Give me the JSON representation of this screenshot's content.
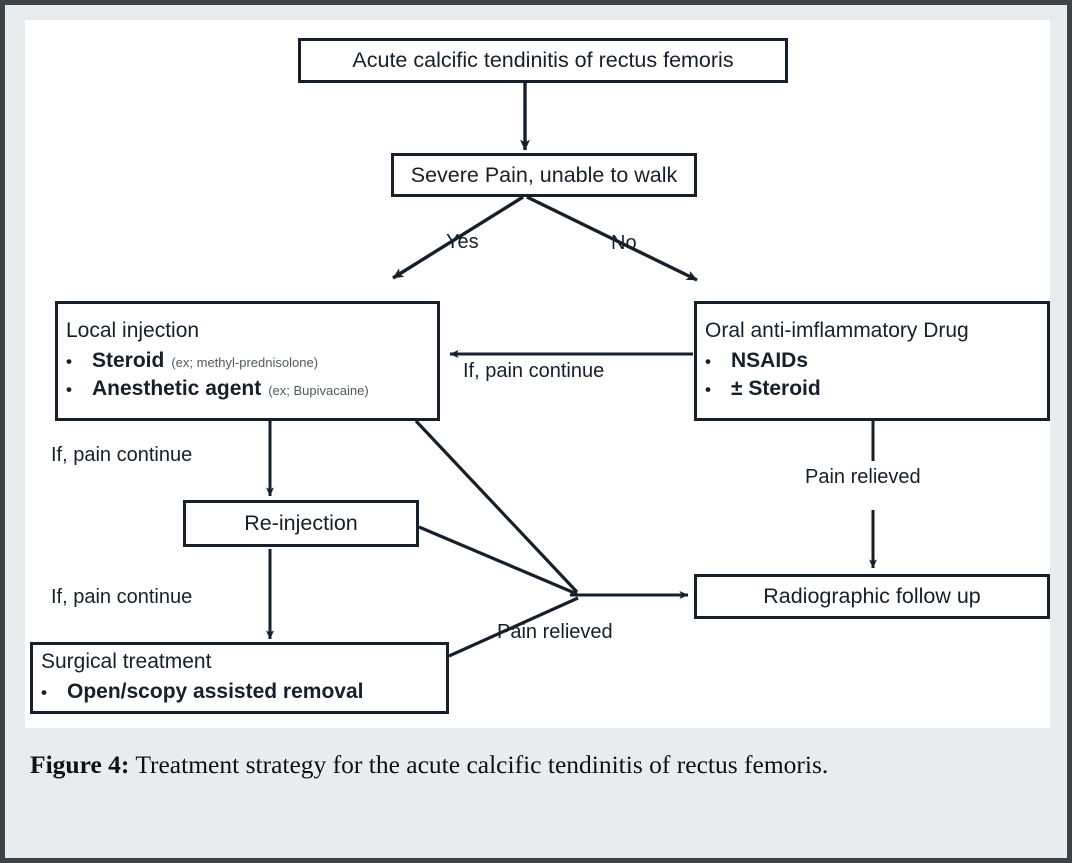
{
  "figure": {
    "caption_label": "Figure 4:",
    "caption_text": "Treatment strategy for the acute calcific tendinitis of rectus femoris."
  },
  "colors": {
    "frame_border": "#3c4449",
    "page_background": "#e8ecee",
    "canvas": "#ffffff",
    "line": "#16202a",
    "example_text": "#4f5a5f"
  },
  "chart_data": {
    "type": "diagram",
    "title": "Treatment strategy for the acute calcific tendinitis of rectus femoris",
    "nodes": [
      {
        "id": "start",
        "label": "Acute calcific tendinitis of rectus femoris"
      },
      {
        "id": "decision",
        "label": "Severe Pain, unable to walk"
      },
      {
        "id": "local_injection",
        "label": "Local injection"
      },
      {
        "id": "oral_drug",
        "label": "Oral anti-imflammatory Drug"
      },
      {
        "id": "reinjection",
        "label": "Re-injection"
      },
      {
        "id": "surgical",
        "label": "Surgical treatment"
      },
      {
        "id": "radiographic",
        "label": "Radiographic follow up"
      }
    ],
    "edges": [
      {
        "from": "start",
        "to": "decision",
        "label": ""
      },
      {
        "from": "decision",
        "to": "local_injection",
        "label": "Yes"
      },
      {
        "from": "decision",
        "to": "oral_drug",
        "label": "No"
      },
      {
        "from": "oral_drug",
        "to": "local_injection",
        "label": "If, pain continue"
      },
      {
        "from": "local_injection",
        "to": "reinjection",
        "label": "If, pain continue"
      },
      {
        "from": "reinjection",
        "to": "surgical",
        "label": "If, pain continue"
      },
      {
        "from": "oral_drug",
        "to": "radiographic",
        "label": "Pain relieved"
      },
      {
        "from": "local_injection",
        "to": "radiographic",
        "label": "Pain relieved"
      },
      {
        "from": "reinjection",
        "to": "radiographic",
        "label": "Pain relieved"
      },
      {
        "from": "surgical",
        "to": "radiographic",
        "label": "Pain relieved"
      }
    ]
  },
  "nodes": {
    "start": {
      "label": "Acute calcific tendinitis of rectus femoris"
    },
    "decision": {
      "label": "Severe Pain, unable to walk"
    },
    "local_injection": {
      "title": "Local injection",
      "bullets": [
        {
          "text": "Steroid",
          "example": "(ex; methyl-prednisolone)"
        },
        {
          "text": "Anesthetic agent",
          "example": "(ex; Bupivacaine)"
        }
      ]
    },
    "oral_drug": {
      "title": "Oral anti-imflammatory Drug",
      "bullets": [
        {
          "text": "NSAIDs",
          "example": ""
        },
        {
          "text": "± Steroid",
          "example": ""
        }
      ]
    },
    "reinjection": {
      "label": "Re-injection"
    },
    "surgical": {
      "title": "Surgical treatment",
      "bullets": [
        {
          "text": "Open/scopy assisted  removal",
          "example": ""
        }
      ]
    },
    "radiographic": {
      "label": "Radiographic follow up"
    }
  },
  "edge_labels": {
    "yes": "Yes",
    "no": "No",
    "oral_to_local": "If, pain continue",
    "local_to_reinjection": "If, pain continue",
    "reinjection_to_surgical": "If, pain continue",
    "oral_pain_relieved": "Pain relieved",
    "junction_pain_relieved": "Pain relieved"
  },
  "bullet_glyph": "•"
}
